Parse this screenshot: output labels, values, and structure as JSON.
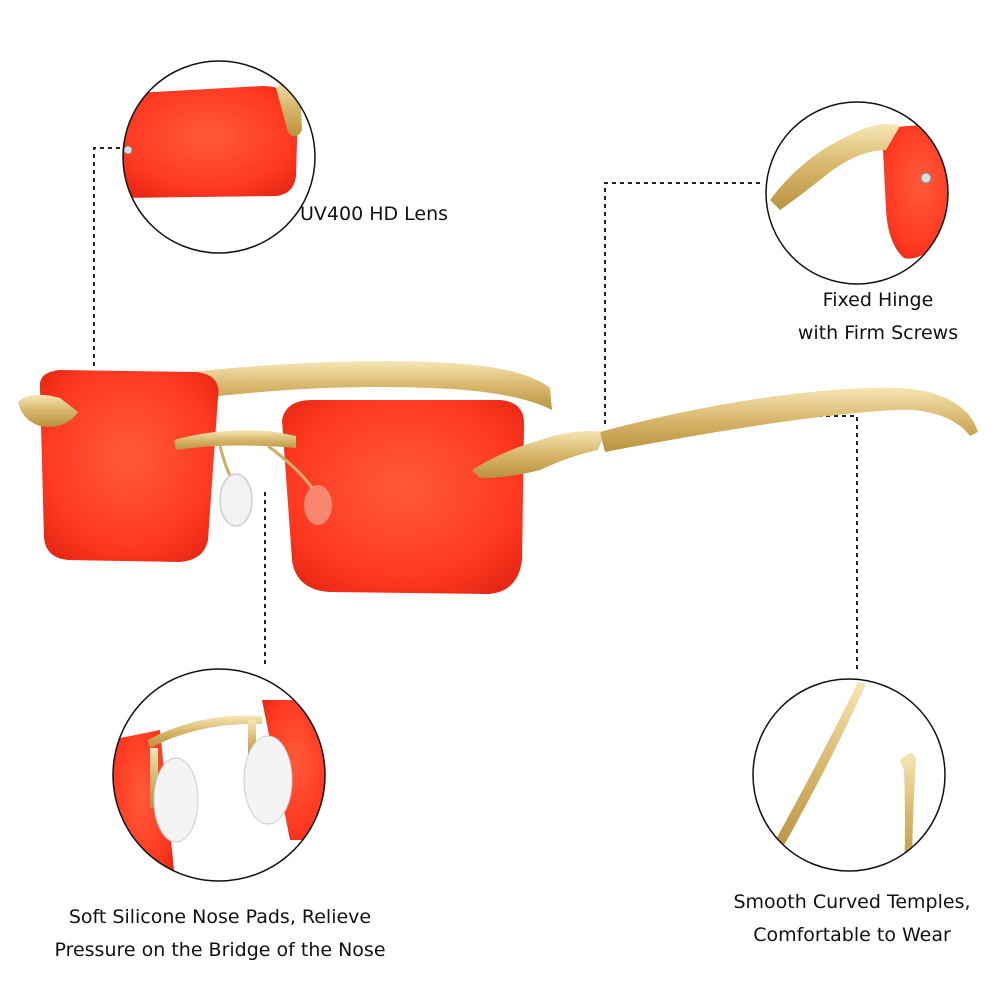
{
  "callouts": {
    "lens": {
      "line1": "UV400 HD Lens"
    },
    "hinge": {
      "line1": "Fixed Hinge",
      "line2": "with Firm Screws"
    },
    "nose": {
      "line1": "Soft Silicone Nose Pads, Relieve",
      "line2": "Pressure on the Bridge of the Nose"
    },
    "temple": {
      "line1": "Smooth Curved Temples,",
      "line2": "Comfortable to Wear"
    }
  },
  "colors": {
    "background": "#ffffff",
    "lens_red": "#ff3b22",
    "frame_gold": "#d9b871",
    "circle_stroke": "#111111",
    "dash_line": "#222222"
  }
}
